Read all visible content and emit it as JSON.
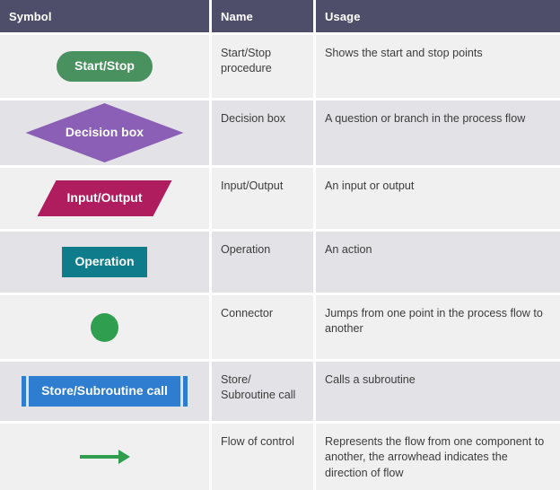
{
  "table": {
    "columns": [
      {
        "key": "symbol",
        "label": "Symbol"
      },
      {
        "key": "name",
        "label": "Name"
      },
      {
        "key": "usage",
        "label": "Usage"
      }
    ],
    "header_bg": "#4e4e6a",
    "row_bg_odd": "#f0f0f0",
    "row_bg_even": "#e3e3e7",
    "rows": [
      {
        "symbol": {
          "kind": "pill",
          "label": "Start/Stop",
          "color": "#4a9160"
        },
        "name": "Start/Stop procedure",
        "usage": "Shows the start and stop points"
      },
      {
        "symbol": {
          "kind": "diamond",
          "label": "Decision box",
          "color": "#8a5fb5"
        },
        "name": "Decision box",
        "usage": "A question or branch in the process flow"
      },
      {
        "symbol": {
          "kind": "parallelogram",
          "label": "Input/Output",
          "color": "#b01d5f"
        },
        "name": "Input/Output",
        "usage": "An input or output"
      },
      {
        "symbol": {
          "kind": "rectangle",
          "label": "Operation",
          "color": "#0e7c8a"
        },
        "name": "Operation",
        "usage": "An action"
      },
      {
        "symbol": {
          "kind": "circle",
          "label": "",
          "color": "#2f9e4f"
        },
        "name": "Connector",
        "usage": "Jumps from one point in the process flow to another"
      },
      {
        "symbol": {
          "kind": "subroutine",
          "label": "Store/Subroutine call",
          "color": "#2e7dd1"
        },
        "name": "Store/ Subroutine call",
        "usage": "Calls a subroutine"
      },
      {
        "symbol": {
          "kind": "arrow",
          "label": "",
          "color": "#2f9e4f"
        },
        "name": "Flow of control",
        "usage": "Represents the flow from one component to another, the arrowhead indicates the direction of flow"
      }
    ]
  }
}
